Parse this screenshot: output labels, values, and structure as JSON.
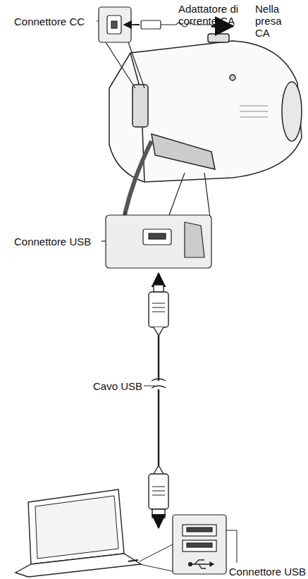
{
  "diagram": {
    "labels": [
      "Connettore CC",
      "Adattatore di corrente CA",
      "Nella presa CA",
      "Connettore USB",
      "Cavo USB",
      "Connettore USB"
    ]
  }
}
